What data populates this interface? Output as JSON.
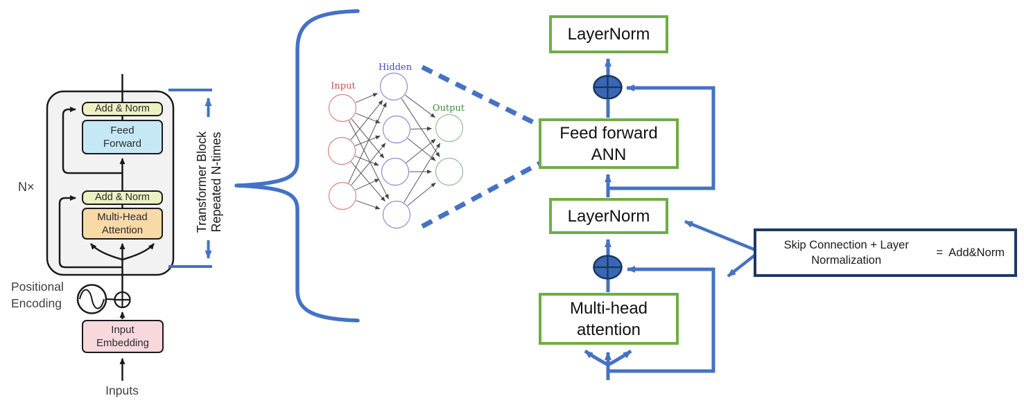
{
  "left_diagram": {
    "n_times_label": "N×",
    "add_norm_top": "Add & Norm",
    "feed_forward": "Feed\nForward",
    "add_norm_bottom": "Add & Norm",
    "multi_head_attention": "Multi-Head\nAttention",
    "positional_encoding": "Positional\nEncoding",
    "input_embedding": "Input\nEmbedding",
    "inputs": "Inputs",
    "annotation": "Transformer Block\nRepeated N-times"
  },
  "network": {
    "input_label": "Input",
    "hidden_label": "Hidden",
    "output_label": "Output"
  },
  "right_diagram": {
    "layernorm_top": "LayerNorm",
    "feed_forward_ann": "Feed forward\nANN",
    "layernorm_mid": "LayerNorm",
    "multi_head_attention": "Multi-head\nattention",
    "legend_lhs": "Skip Connection + Layer\nNormalization",
    "legend_rhs": "=  Add&Norm"
  },
  "colors": {
    "accent_blue": "#4472C4",
    "plus_circle_fill": "#3A66B5",
    "plus_circle_border": "#17365D",
    "green_border": "#6FAD47",
    "navy_border": "#1F3864",
    "add_norm_fill": "#EDF0C2",
    "feed_forward_fill": "#C6E8F6",
    "multi_head_fill": "#F8D9A8",
    "embedding_fill": "#F8D8DC",
    "container_fill": "#F2F2F2",
    "nn_input_color": "#C5504E",
    "nn_hidden_color": "#4848C8",
    "nn_output_color": "#3A8A3A"
  }
}
